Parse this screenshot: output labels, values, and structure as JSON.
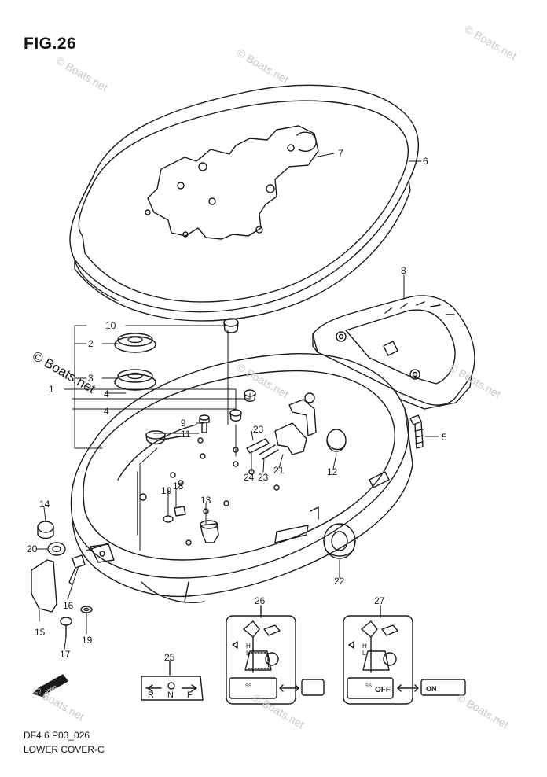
{
  "figure": {
    "title": "FIG.26",
    "code": "DF4 6 P03_026",
    "caption": "LOWER COVER-C"
  },
  "watermark": "© Boats.net",
  "callouts": [
    "1",
    "2",
    "3",
    "4",
    "4",
    "5",
    "6",
    "7",
    "8",
    "9",
    "10",
    "11",
    "12",
    "13",
    "14",
    "15",
    "16",
    "17",
    "18",
    "19",
    "19",
    "20",
    "21",
    "22",
    "23",
    "23",
    "24",
    "25",
    "26",
    "27"
  ],
  "labels": {
    "fwd": "FWD",
    "shift_r": "R",
    "shift_n": "N",
    "shift_f": "F",
    "gauge_h": "H",
    "gauge_l": "L",
    "off": "OFF",
    "on": "ON",
    "ss": "SS"
  },
  "colors": {
    "line": "#1a1a1a",
    "watermark": "#c8c8c8"
  }
}
